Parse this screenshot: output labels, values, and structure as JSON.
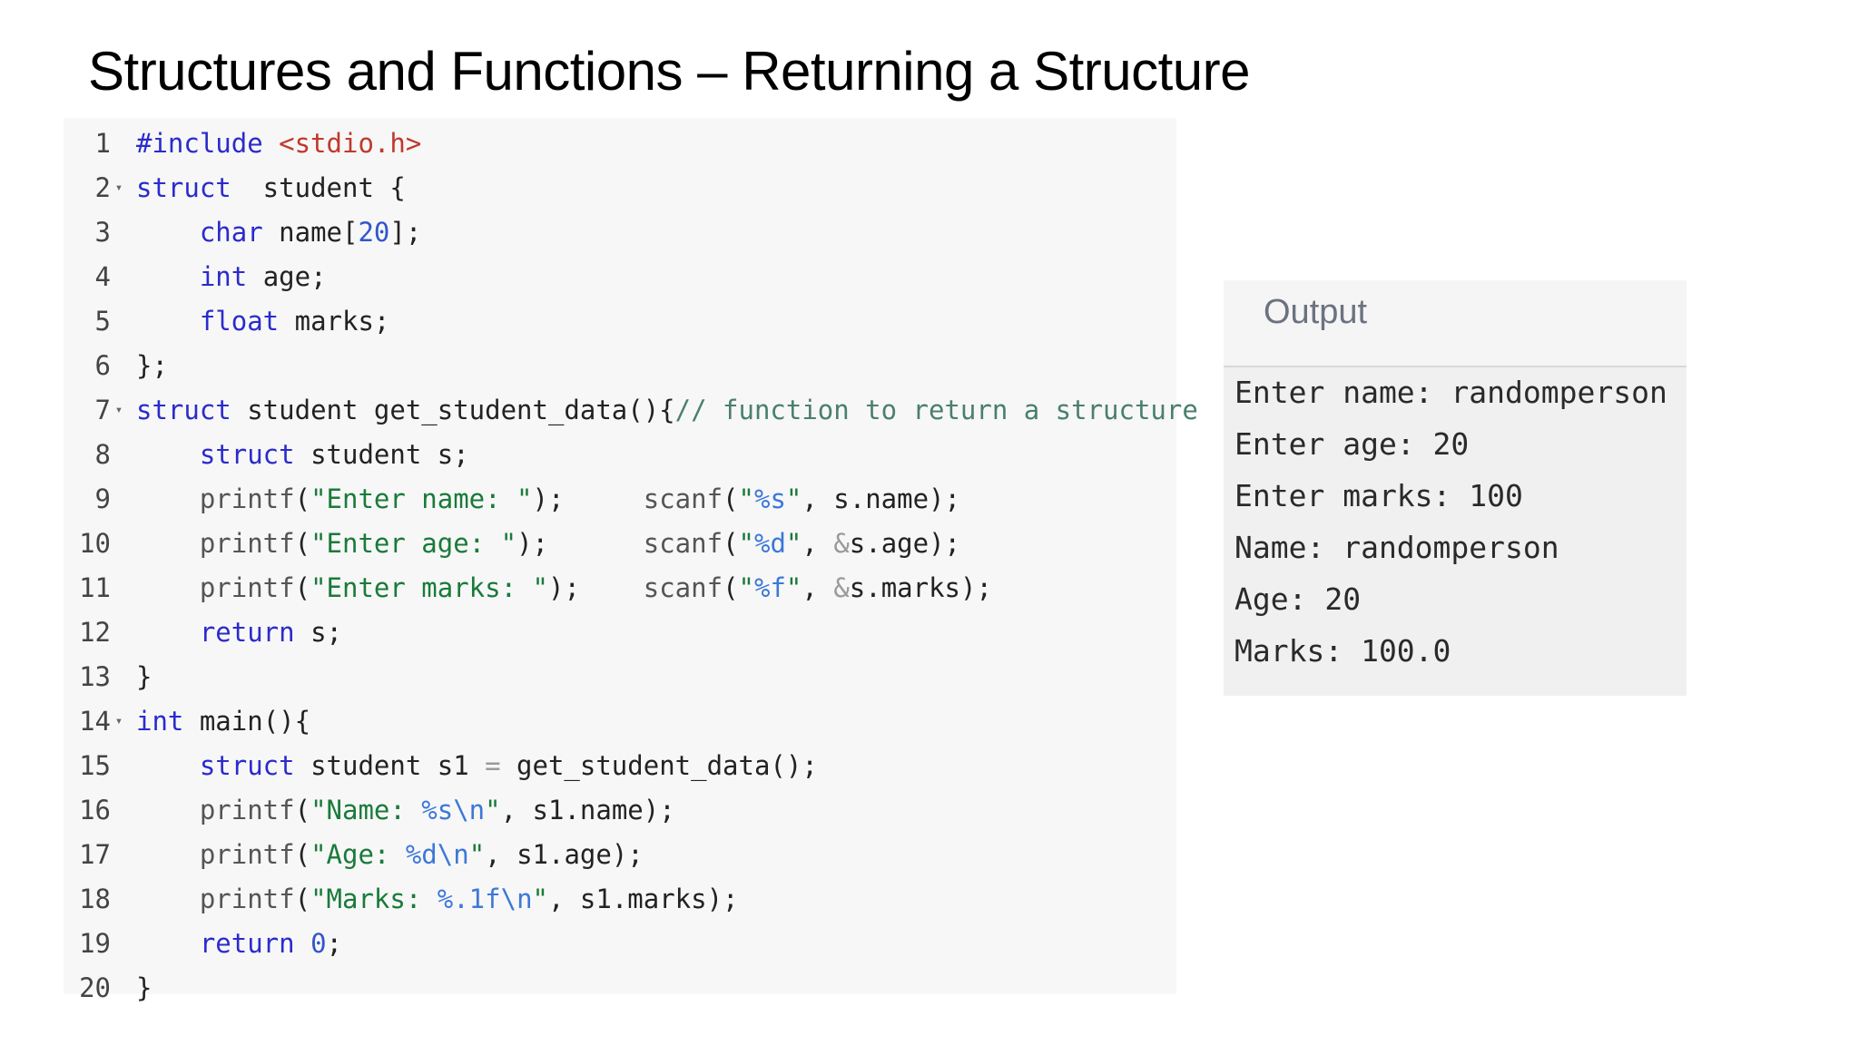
{
  "slide": {
    "title": "Structures and Functions – Returning a Structure"
  },
  "code": {
    "lines": [
      {
        "n": "1",
        "fold": false,
        "parts": [
          [
            "pp",
            "#include "
          ],
          [
            "inc",
            "<stdio.h>"
          ]
        ]
      },
      {
        "n": "2",
        "fold": true,
        "parts": [
          [
            "kw",
            "struct"
          ],
          [
            "",
            "  student {"
          ]
        ]
      },
      {
        "n": "3",
        "fold": false,
        "parts": [
          [
            "",
            "    "
          ],
          [
            "kw",
            "char"
          ],
          [
            "",
            " name["
          ],
          [
            "num",
            "20"
          ],
          [
            "",
            "];"
          ]
        ]
      },
      {
        "n": "4",
        "fold": false,
        "parts": [
          [
            "",
            "    "
          ],
          [
            "kw",
            "int"
          ],
          [
            "",
            " age;"
          ]
        ]
      },
      {
        "n": "5",
        "fold": false,
        "parts": [
          [
            "",
            "    "
          ],
          [
            "kw",
            "float"
          ],
          [
            "",
            " marks;"
          ]
        ]
      },
      {
        "n": "6",
        "fold": false,
        "parts": [
          [
            "",
            "};"
          ]
        ]
      },
      {
        "n": "7",
        "fold": true,
        "parts": [
          [
            "kw",
            "struct"
          ],
          [
            "",
            " student get_student_data(){"
          ],
          [
            "cm",
            "// function to return a structure"
          ]
        ]
      },
      {
        "n": "8",
        "fold": false,
        "parts": [
          [
            "",
            "    "
          ],
          [
            "kw",
            "struct"
          ],
          [
            "",
            " student s;"
          ]
        ]
      },
      {
        "n": "9",
        "fold": false,
        "parts": [
          [
            "",
            "    "
          ],
          [
            "fn",
            "printf"
          ],
          [
            "",
            "("
          ],
          [
            "str",
            "\"Enter name: \""
          ],
          [
            "",
            ");     "
          ],
          [
            "fn",
            "scanf"
          ],
          [
            "",
            "("
          ],
          [
            "str",
            "\""
          ],
          [
            "fmt",
            "%s"
          ],
          [
            "str",
            "\""
          ],
          [
            "",
            ", s.name);"
          ]
        ]
      },
      {
        "n": "10",
        "fold": false,
        "parts": [
          [
            "",
            "    "
          ],
          [
            "fn",
            "printf"
          ],
          [
            "",
            "("
          ],
          [
            "str",
            "\"Enter age: \""
          ],
          [
            "",
            ");      "
          ],
          [
            "fn",
            "scanf"
          ],
          [
            "",
            "("
          ],
          [
            "str",
            "\""
          ],
          [
            "fmt",
            "%d"
          ],
          [
            "str",
            "\""
          ],
          [
            "",
            ", "
          ],
          [
            "op",
            "&"
          ],
          [
            "",
            "s.age);"
          ]
        ]
      },
      {
        "n": "11",
        "fold": false,
        "parts": [
          [
            "",
            "    "
          ],
          [
            "fn",
            "printf"
          ],
          [
            "",
            "("
          ],
          [
            "str",
            "\"Enter marks: \""
          ],
          [
            "",
            ");    "
          ],
          [
            "fn",
            "scanf"
          ],
          [
            "",
            "("
          ],
          [
            "str",
            "\""
          ],
          [
            "fmt",
            "%f"
          ],
          [
            "str",
            "\""
          ],
          [
            "",
            ", "
          ],
          [
            "op",
            "&"
          ],
          [
            "",
            "s.marks);"
          ]
        ]
      },
      {
        "n": "12",
        "fold": false,
        "parts": [
          [
            "",
            "    "
          ],
          [
            "kw",
            "return"
          ],
          [
            "",
            " s;"
          ]
        ]
      },
      {
        "n": "13",
        "fold": false,
        "parts": [
          [
            "",
            "}"
          ]
        ]
      },
      {
        "n": "14",
        "fold": true,
        "parts": [
          [
            "kw",
            "int"
          ],
          [
            "",
            " main(){"
          ]
        ]
      },
      {
        "n": "15",
        "fold": false,
        "parts": [
          [
            "",
            "    "
          ],
          [
            "kw",
            "struct"
          ],
          [
            "",
            " student s1 "
          ],
          [
            "op",
            "="
          ],
          [
            "",
            " get_student_data();"
          ]
        ]
      },
      {
        "n": "16",
        "fold": false,
        "parts": [
          [
            "",
            "    "
          ],
          [
            "fn",
            "printf"
          ],
          [
            "",
            "("
          ],
          [
            "str",
            "\"Name: "
          ],
          [
            "fmt",
            "%s\\n"
          ],
          [
            "str",
            "\""
          ],
          [
            "",
            ", s1.name);"
          ]
        ]
      },
      {
        "n": "17",
        "fold": false,
        "parts": [
          [
            "",
            "    "
          ],
          [
            "fn",
            "printf"
          ],
          [
            "",
            "("
          ],
          [
            "str",
            "\"Age: "
          ],
          [
            "fmt",
            "%d\\n"
          ],
          [
            "str",
            "\""
          ],
          [
            "",
            ", s1.age);"
          ]
        ]
      },
      {
        "n": "18",
        "fold": false,
        "parts": [
          [
            "",
            "    "
          ],
          [
            "fn",
            "printf"
          ],
          [
            "",
            "("
          ],
          [
            "str",
            "\"Marks: "
          ],
          [
            "fmt",
            "%.1f\\n"
          ],
          [
            "str",
            "\""
          ],
          [
            "",
            ", s1.marks);"
          ]
        ]
      },
      {
        "n": "19",
        "fold": false,
        "parts": [
          [
            "",
            "    "
          ],
          [
            "kw",
            "return"
          ],
          [
            "",
            " "
          ],
          [
            "num",
            "0"
          ],
          [
            "",
            ";"
          ]
        ]
      },
      {
        "n": "20",
        "fold": false,
        "parts": [
          [
            "",
            "}"
          ]
        ]
      }
    ]
  },
  "output": {
    "title": "Output",
    "lines": [
      "Enter name: randomperson",
      "Enter age: 20",
      "Enter marks: 100",
      "Name: randomperson",
      "Age: 20",
      "Marks: 100.0"
    ]
  },
  "colors": {
    "keyword": "#2b2bcc",
    "include": "#c0392b",
    "string": "#1a7a3a",
    "format": "#3c78d8",
    "comment": "#4a7f6e",
    "panel_bg": "#f7f7f7"
  }
}
